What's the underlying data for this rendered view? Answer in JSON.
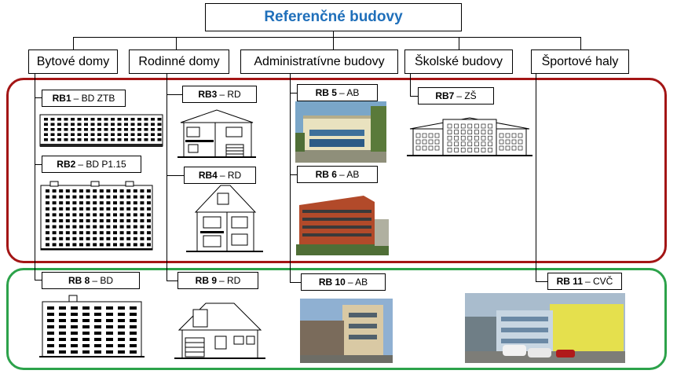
{
  "title": "Referenčné budovy",
  "categories": [
    {
      "label": "Bytové domy"
    },
    {
      "label": "Rodinné domy"
    },
    {
      "label": "Administratívne budovy"
    },
    {
      "label": "Školské budovy"
    },
    {
      "label": "Športové haly"
    }
  ],
  "buildings": [
    {
      "code": "RB1",
      "desc": "– BD ZTB"
    },
    {
      "code": "RB2",
      "desc": "– BD P1.15"
    },
    {
      "code": "RB3",
      "desc": "– RD"
    },
    {
      "code": "RB4",
      "desc": "– RD"
    },
    {
      "code": "RB 5",
      "desc": "– AB"
    },
    {
      "code": "RB 6",
      "desc": "– AB"
    },
    {
      "code": "RB7",
      "desc": "– ZŠ"
    },
    {
      "code": "RB 8",
      "desc": "– BD"
    },
    {
      "code": "RB 9",
      "desc": "– RD"
    },
    {
      "code": "RB 10",
      "desc": "– AB"
    },
    {
      "code": "RB 11",
      "desc": "– CVČ"
    }
  ],
  "colors": {
    "title": "#1f6fba",
    "group_red": "#a31515",
    "group_green": "#2ca24a"
  }
}
